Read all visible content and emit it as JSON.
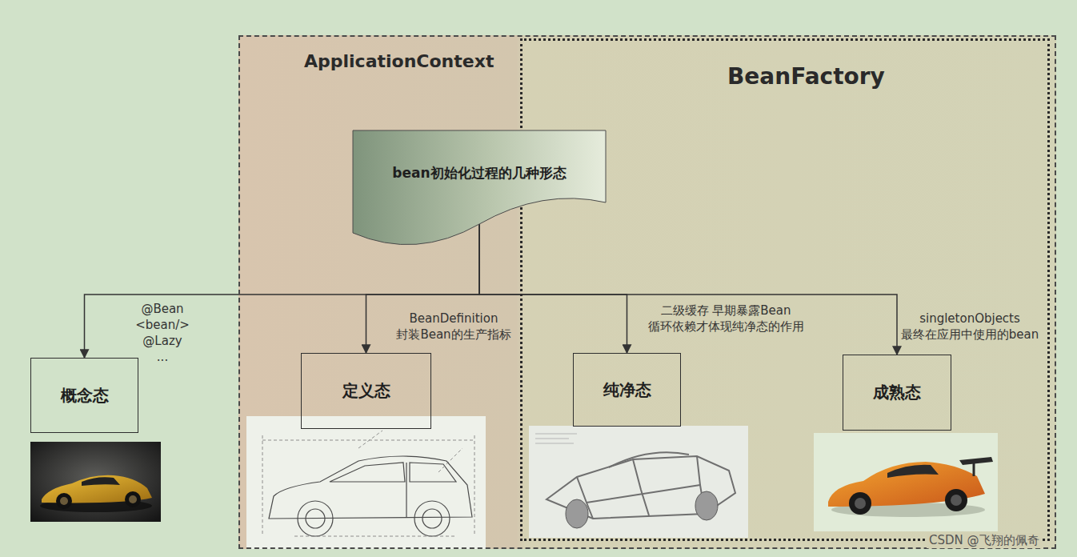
{
  "diagram": {
    "nodes": [
      {
        "text": [
          "ApplicationContext"
        ]
      },
      {
        "text": [
          "BeanFactory"
        ],
        "in": 0
      },
      {
        "text": [
          "bean初始化过程的几种形态"
        ],
        "in": 0
      },
      {
        "text": [
          "概念态"
        ]
      },
      {
        "text": [
          "定义态"
        ],
        "in": 0
      },
      {
        "text": [
          "纯净态"
        ],
        "in": 1
      },
      {
        "text": [
          "成熟态"
        ],
        "in": 1
      }
    ],
    "edges": [
      {
        "from": 2,
        "to": 3,
        "arrow": "to",
        "label": "@Bean <bean/> @Lazy ..."
      },
      {
        "from": 2,
        "to": 4,
        "arrow": "to",
        "label": "BeanDefinition 封装Bean的生产指标"
      },
      {
        "from": 2,
        "to": 5,
        "arrow": "to",
        "label": "二级缓存 早期暴露Bean 循环依赖才体现纯净态的作用"
      },
      {
        "from": 2,
        "to": 6,
        "arrow": "to",
        "label": "singletonObjects 最终在应用中使用的bean"
      }
    ],
    "labels": [
      "CSDN @飞翔的佩奇"
    ]
  }
}
